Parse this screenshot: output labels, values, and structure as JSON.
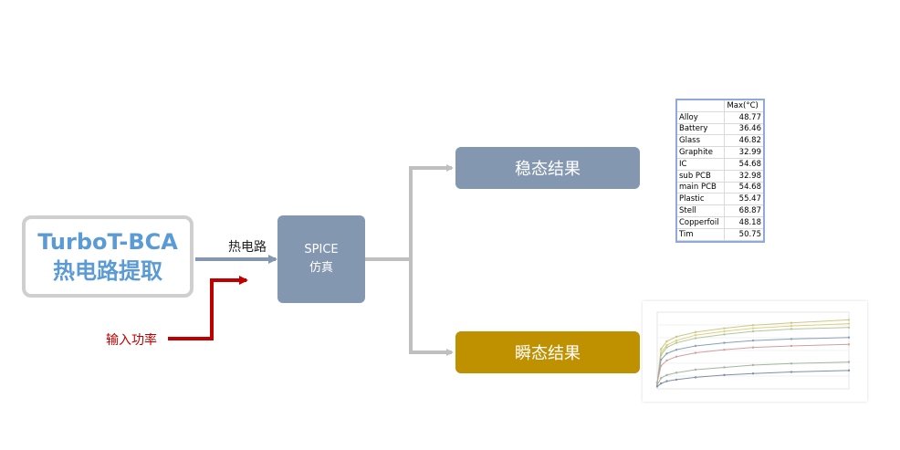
{
  "source": {
    "line1": "TurboT-BCA",
    "line2": "热电路提取"
  },
  "spice": {
    "line1": "SPICE",
    "line2": "仿真"
  },
  "steady": {
    "label": "稳态结果"
  },
  "transient": {
    "label": "瞬态结果"
  },
  "labels": {
    "circuit": "热电路",
    "power": "输入功率"
  },
  "colors": {
    "box_blue": "#8497b0",
    "box_gold": "#bf9000",
    "title_blue": "#5b9bd5",
    "power_red": "#c00000",
    "arrow_gray": "#bfbfbf"
  },
  "table": {
    "header": "Max(°C)",
    "rows": [
      {
        "name": "Alloy",
        "value": "48.77"
      },
      {
        "name": "Battery",
        "value": "36.46"
      },
      {
        "name": "Glass",
        "value": "46.82"
      },
      {
        "name": "Graphite",
        "value": "32.99"
      },
      {
        "name": "IC",
        "value": "54.68"
      },
      {
        "name": "sub PCB",
        "value": "32.98"
      },
      {
        "name": "main PCB",
        "value": "54.68"
      },
      {
        "name": "Plastic",
        "value": "55.47"
      },
      {
        "name": "Stell",
        "value": "68.87"
      },
      {
        "name": "Copperfoil",
        "value": "48.18"
      },
      {
        "name": "Tim",
        "value": "50.75"
      }
    ]
  },
  "chart_data": {
    "type": "line",
    "title": "",
    "xlabel": "",
    "ylabel": "",
    "xlim": [
      0,
      1
    ],
    "ylim": [
      0,
      1
    ],
    "series": [
      {
        "color": "#c9c98a",
        "x": [
          0,
          0.02,
          0.05,
          0.1,
          0.2,
          0.35,
          0.5,
          0.7,
          1.0
        ],
        "y": [
          0.08,
          0.52,
          0.62,
          0.68,
          0.74,
          0.79,
          0.83,
          0.86,
          0.9
        ]
      },
      {
        "color": "#e0d07a",
        "x": [
          0,
          0.02,
          0.05,
          0.1,
          0.2,
          0.35,
          0.5,
          0.7,
          1.0
        ],
        "y": [
          0.08,
          0.47,
          0.57,
          0.63,
          0.7,
          0.75,
          0.79,
          0.82,
          0.85
        ]
      },
      {
        "color": "#b0c8a0",
        "x": [
          0,
          0.02,
          0.05,
          0.1,
          0.2,
          0.35,
          0.5,
          0.7,
          1.0
        ],
        "y": [
          0.08,
          0.44,
          0.54,
          0.6,
          0.66,
          0.71,
          0.75,
          0.78,
          0.8
        ]
      },
      {
        "color": "#8aa0b8",
        "x": [
          0,
          0.02,
          0.05,
          0.1,
          0.2,
          0.35,
          0.5,
          0.7,
          1.0
        ],
        "y": [
          0.08,
          0.38,
          0.46,
          0.51,
          0.56,
          0.6,
          0.63,
          0.65,
          0.67
        ]
      },
      {
        "color": "#d0a0a0",
        "x": [
          0,
          0.02,
          0.05,
          0.1,
          0.2,
          0.35,
          0.5,
          0.7,
          1.0
        ],
        "y": [
          0.08,
          0.3,
          0.37,
          0.42,
          0.47,
          0.51,
          0.54,
          0.56,
          0.58
        ]
      },
      {
        "color": "#a0b8a0",
        "x": [
          0,
          0.02,
          0.05,
          0.1,
          0.2,
          0.35,
          0.5,
          0.7,
          1.0
        ],
        "y": [
          0.05,
          0.14,
          0.18,
          0.21,
          0.25,
          0.28,
          0.31,
          0.33,
          0.35
        ]
      },
      {
        "color": "#7f8fa8",
        "x": [
          0,
          0.02,
          0.05,
          0.1,
          0.2,
          0.35,
          0.5,
          0.7,
          1.0
        ],
        "y": [
          0.03,
          0.07,
          0.1,
          0.12,
          0.15,
          0.18,
          0.2,
          0.22,
          0.24
        ]
      }
    ]
  }
}
